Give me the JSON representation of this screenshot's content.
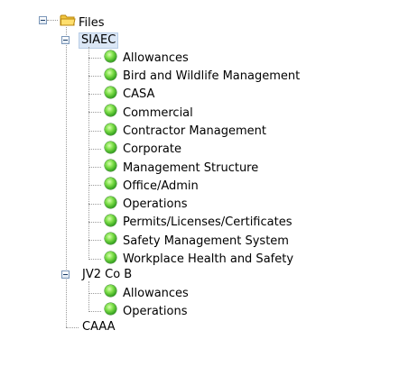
{
  "tree": {
    "root": {
      "label": "Files",
      "children": [
        {
          "label": "SIAEC",
          "selected": true,
          "expanded": true,
          "items": [
            "Allowances",
            "Bird and Wildlife Management",
            "CASA",
            "Commercial",
            "Contractor Management",
            "Corporate",
            "Management Structure",
            "Office/Admin",
            "Operations",
            "Permits/Licenses/Certificates",
            "Safety Management System",
            "Workplace Health and Safety"
          ]
        },
        {
          "label": "JV2 Co B",
          "expanded": true,
          "items": [
            "Allowances",
            "Operations"
          ]
        },
        {
          "label": "CAAA",
          "expanded": false,
          "items": []
        }
      ]
    }
  },
  "icons": {
    "folder": "folder-icon",
    "item": "green-bullet-icon",
    "expander": "collapse-toggle-icon"
  },
  "colors": {
    "bullet": "#3fb020",
    "folder": "#f2c640",
    "selection": "#dbe7f6",
    "lines": "#9a9a9a"
  }
}
